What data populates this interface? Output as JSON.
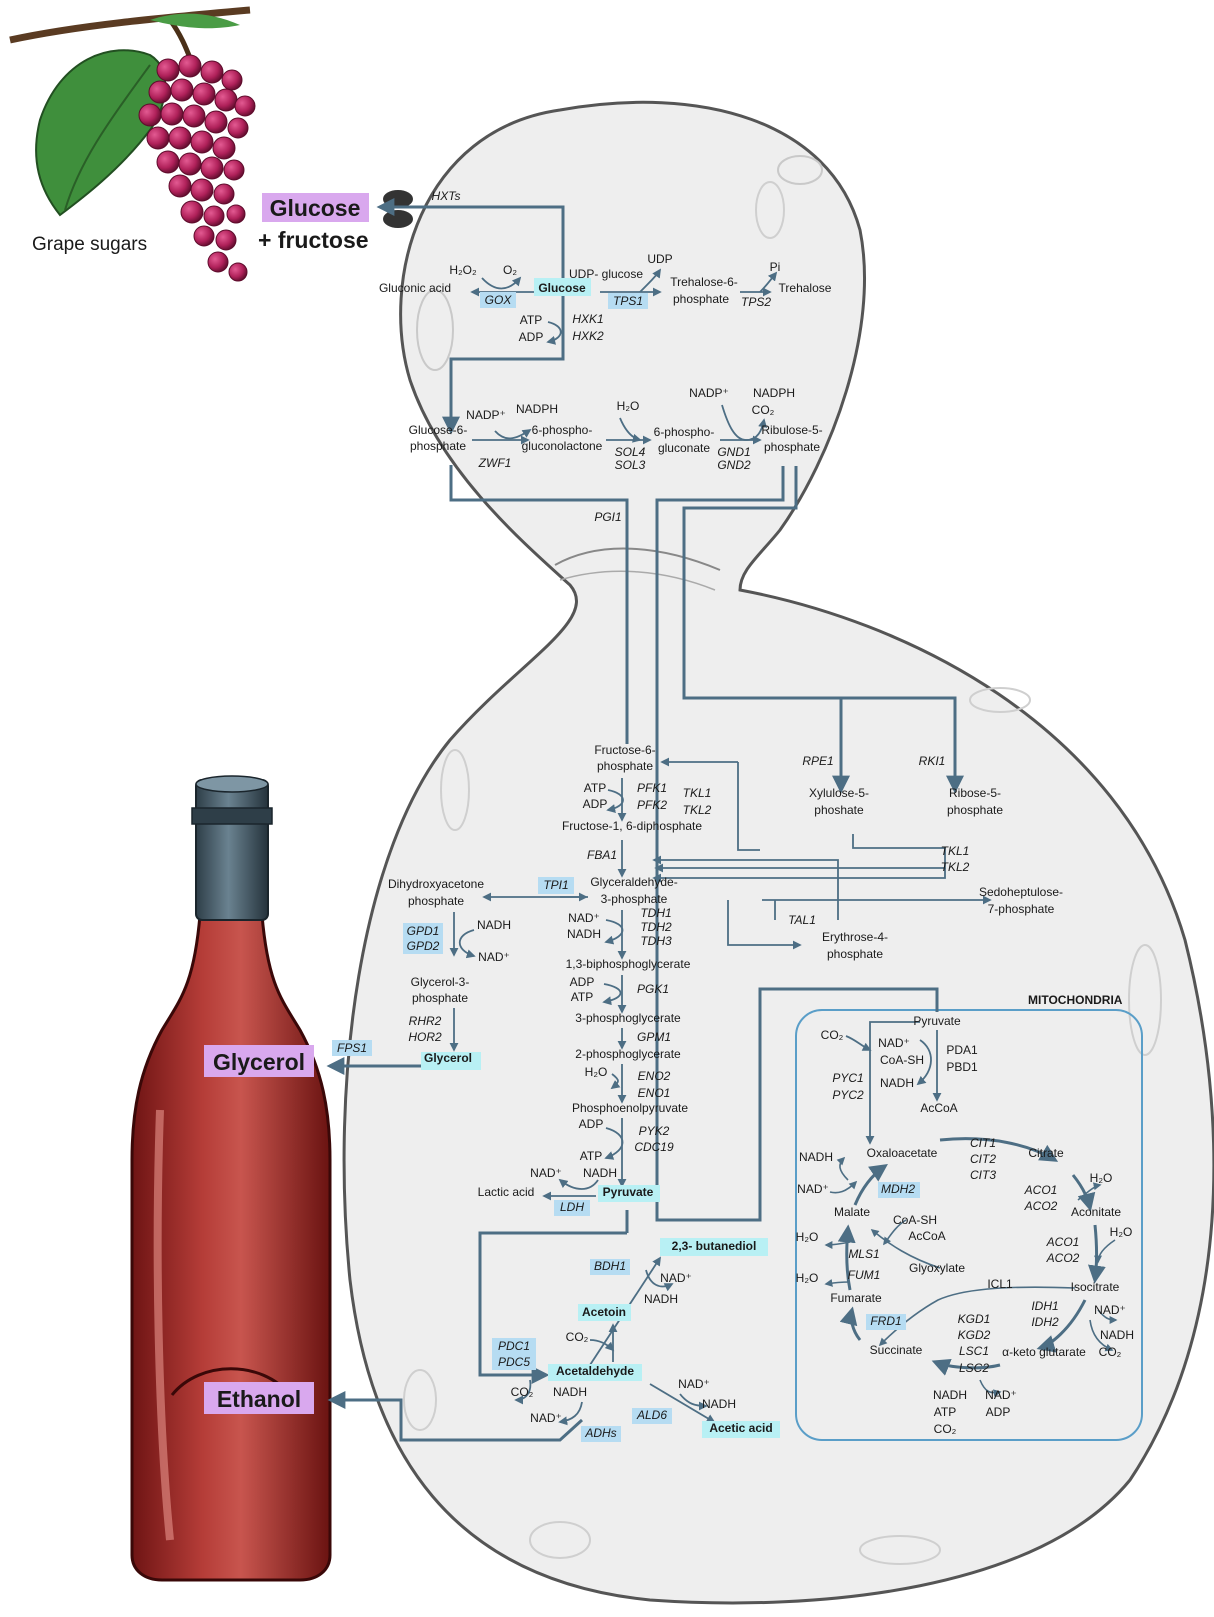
{
  "colors": {
    "pathway": "#4d6e84",
    "highlight_enzyme": "#b6dcf2",
    "highlight_metabolite": "#b8f0f4",
    "product_box": "#d9a8ee",
    "mitochondria": "#5a9ec8",
    "cell_fill": "#eeeeee",
    "wine": "#a8332f",
    "grape": "#b0215a",
    "leaf": "#3f8f3c"
  },
  "icons": [
    "grape-cluster-icon",
    "wine-bottle-icon",
    "yeast-cell-icon",
    "hexose-transporter-icon"
  ],
  "inputs": {
    "grape_label": "Grape sugars",
    "glucose": "Glucose",
    "fructose": "+ fructose"
  },
  "products": {
    "glycerol": "Glycerol",
    "ethanol": "Ethanol"
  },
  "compartment": {
    "mitochondria": "MITOCHONDRIA"
  },
  "texts": [
    [
      "HXTs",
      "enz",
      "",
      446,
      200
    ],
    [
      "H₂O₂",
      "lbl",
      "",
      463,
      274
    ],
    [
      "O₂",
      "lbl",
      "",
      510,
      274
    ],
    [
      "Gluconic acid",
      "lbl",
      "",
      415,
      292
    ],
    [
      "GOX",
      "enz",
      "enzhl",
      498,
      304
    ],
    [
      "Glucose",
      "lbl",
      "methl",
      562,
      292
    ],
    [
      "UDP- glucose",
      "lbl",
      "",
      606,
      278
    ],
    [
      "UDP",
      "lbl",
      "",
      660,
      263
    ],
    [
      "TPS1",
      "enz",
      "enzhl",
      628,
      305
    ],
    [
      "Trehalose-6-",
      "lbl",
      "",
      704,
      286
    ],
    [
      "phosphate",
      "lbl",
      "",
      701,
      303
    ],
    [
      "Pi",
      "lbl",
      "",
      775,
      271
    ],
    [
      "TPS2",
      "enz",
      "",
      756,
      306
    ],
    [
      "Trehalose",
      "lbl",
      "",
      805,
      292
    ],
    [
      "ATP",
      "lbl",
      "",
      531,
      324
    ],
    [
      "ADP",
      "lbl",
      "",
      531,
      341
    ],
    [
      "HXK1",
      "enz",
      "",
      588,
      323
    ],
    [
      "HXK2",
      "enz",
      "",
      588,
      340
    ],
    [
      "NADP⁺",
      "lbl",
      "",
      486,
      419
    ],
    [
      "NADPH",
      "lbl",
      "",
      537,
      413
    ],
    [
      "Glucose-6-",
      "lbl",
      "",
      438,
      434
    ],
    [
      "phosphate",
      "lbl",
      "",
      438,
      450
    ],
    [
      "ZWF1",
      "enz",
      "",
      495,
      467
    ],
    [
      "6-phospho-",
      "lbl",
      "",
      562,
      434
    ],
    [
      "gluconolactone",
      "lbl",
      "",
      562,
      450
    ],
    [
      "H₂O",
      "lbl",
      "",
      628,
      410
    ],
    [
      "SOL4",
      "enz",
      "",
      630,
      456
    ],
    [
      "SOL3",
      "enz",
      "",
      630,
      469
    ],
    [
      "6-phospho-",
      "lbl",
      "",
      684,
      436
    ],
    [
      "gluconate",
      "lbl",
      "",
      684,
      452
    ],
    [
      "NADP⁺",
      "lbl",
      "",
      709,
      397
    ],
    [
      "NADPH",
      "lbl",
      "",
      774,
      397
    ],
    [
      "CO₂",
      "lbl",
      "",
      763,
      414
    ],
    [
      "GND1",
      "enz",
      "",
      734,
      456
    ],
    [
      "GND2",
      "enz",
      "",
      734,
      469
    ],
    [
      "Ribulose-5-",
      "lbl",
      "",
      792,
      434
    ],
    [
      "phosphate",
      "lbl",
      "",
      792,
      451
    ],
    [
      "PGI1",
      "enz",
      "",
      608,
      521
    ],
    [
      "Fructose-6-",
      "lbl",
      "",
      625,
      754
    ],
    [
      "phosphate",
      "lbl",
      "",
      625,
      770
    ],
    [
      "ATP",
      "lbl",
      "",
      595,
      792
    ],
    [
      "ADP",
      "lbl",
      "",
      595,
      808
    ],
    [
      "PFK1",
      "enz",
      "",
      652,
      792
    ],
    [
      "PFK2",
      "enz",
      "",
      652,
      809
    ],
    [
      "TKL1",
      "enz",
      "",
      697,
      797
    ],
    [
      "TKL2",
      "enz",
      "",
      697,
      814
    ],
    [
      "Fructose-1, 6-diphosphate",
      "lbl",
      "",
      632,
      830
    ],
    [
      "FBA1",
      "enz",
      "",
      602,
      859
    ],
    [
      "Dihydroxyacetone",
      "lbl",
      "",
      436,
      888
    ],
    [
      "phosphate",
      "lbl",
      "",
      436,
      905
    ],
    [
      "TPI1",
      "enz",
      "enzhl",
      556,
      889
    ],
    [
      "Glyceraldehyde-",
      "lbl",
      "",
      634,
      886
    ],
    [
      "3-phosphate",
      "lbl",
      "",
      634,
      903
    ],
    [
      "RPE1",
      "enz",
      "",
      818,
      765
    ],
    [
      "RKI1",
      "enz",
      "",
      932,
      765
    ],
    [
      "Xylulose-5-",
      "lbl",
      "",
      839,
      797
    ],
    [
      "phoshate",
      "lbl",
      "",
      839,
      814
    ],
    [
      "Ribose-5-",
      "lbl",
      "",
      975,
      797
    ],
    [
      "phosphate",
      "lbl",
      "",
      975,
      814
    ],
    [
      "TKL1",
      "enz",
      "",
      955,
      855
    ],
    [
      "TKL2",
      "enz",
      "",
      955,
      871
    ],
    [
      "Sedoheptulose-",
      "lbl",
      "",
      1021,
      896
    ],
    [
      "7-phosphate",
      "lbl",
      "",
      1021,
      913
    ],
    [
      "TAL1",
      "enz",
      "",
      802,
      924
    ],
    [
      "Erythrose-4-",
      "lbl",
      "",
      855,
      941
    ],
    [
      "phosphate",
      "lbl",
      "",
      855,
      958
    ],
    [
      "GPD1",
      "enz",
      "enzhl",
      423,
      935
    ],
    [
      "GPD2",
      "enz",
      "enzhl",
      423,
      950
    ],
    [
      "NADH",
      "lbl",
      "",
      494,
      929
    ],
    [
      "NAD⁺",
      "lbl",
      "",
      494,
      961
    ],
    [
      "NAD⁺",
      "lbl",
      "",
      584,
      922
    ],
    [
      "NADH",
      "lbl",
      "",
      584,
      938
    ],
    [
      "TDH1",
      "enz",
      "",
      656,
      917
    ],
    [
      "TDH2",
      "enz",
      "",
      656,
      931
    ],
    [
      "TDH3",
      "enz",
      "",
      656,
      945
    ],
    [
      "1,3-biphosphoglycerate",
      "lbl",
      "",
      628,
      968
    ],
    [
      "Glycerol-3-",
      "lbl",
      "",
      440,
      986
    ],
    [
      "phosphate",
      "lbl",
      "",
      440,
      1002
    ],
    [
      "RHR2",
      "enz",
      "",
      425,
      1025
    ],
    [
      "HOR2",
      "enz",
      "",
      425,
      1041
    ],
    [
      "FPS1",
      "enz",
      "enzhl",
      352,
      1052
    ],
    [
      "Glycerol",
      "lbl",
      "methl",
      448,
      1062
    ],
    [
      "ADP",
      "lbl",
      "",
      582,
      986
    ],
    [
      "ATP",
      "lbl",
      "",
      582,
      1001
    ],
    [
      "PGK1",
      "enz",
      "",
      653,
      993
    ],
    [
      "3-phosphoglycerate",
      "lbl",
      "",
      628,
      1022
    ],
    [
      "GPM1",
      "enz",
      "",
      654,
      1041
    ],
    [
      "2-phosphoglycerate",
      "lbl",
      "",
      628,
      1058
    ],
    [
      "H₂O",
      "lbl",
      "",
      596,
      1076
    ],
    [
      "ENO2",
      "enz",
      "",
      654,
      1080
    ],
    [
      "ENO1",
      "enz",
      "",
      654,
      1097
    ],
    [
      "Phosphoenolpyruvate",
      "lbl",
      "",
      630,
      1112
    ],
    [
      "ADP",
      "lbl",
      "",
      591,
      1128
    ],
    [
      "PYK2",
      "enz",
      "",
      654,
      1135
    ],
    [
      "ATP",
      "lbl",
      "",
      591,
      1160
    ],
    [
      "CDC19",
      "enz",
      "",
      654,
      1151
    ],
    [
      "NAD⁺",
      "lbl",
      "",
      546,
      1177
    ],
    [
      "NADH",
      "lbl",
      "",
      600,
      1177
    ],
    [
      "Lactic acid",
      "lbl",
      "",
      506,
      1196
    ],
    [
      "Pyruvate",
      "lbl",
      "methl",
      628,
      1196
    ],
    [
      "LDH",
      "enz",
      "enzhl",
      572,
      1211
    ],
    [
      "2,3- butanediol",
      "lbl",
      "methl",
      714,
      1250
    ],
    [
      "BDH1",
      "enz",
      "enzhl",
      610,
      1270
    ],
    [
      "NAD⁺",
      "lbl",
      "",
      676,
      1282
    ],
    [
      "NADH",
      "lbl",
      "",
      661,
      1303
    ],
    [
      "Acetoin",
      "lbl",
      "methl",
      604,
      1316
    ],
    [
      "CO₂",
      "lbl",
      "",
      577,
      1341
    ],
    [
      "PDC1",
      "enz",
      "enzhl",
      514,
      1350
    ],
    [
      "PDC5",
      "enz",
      "enzhl",
      514,
      1366
    ],
    [
      "Acetaldehyde",
      "lbl",
      "methl",
      595,
      1375
    ],
    [
      "CO₂",
      "lbl",
      "",
      522,
      1396
    ],
    [
      "NADH",
      "lbl",
      "",
      570,
      1396
    ],
    [
      "NAD⁺",
      "lbl",
      "",
      546,
      1422
    ],
    [
      "ADHs",
      "enz",
      "enzhl",
      601,
      1437
    ],
    [
      "NAD⁺",
      "lbl",
      "",
      694,
      1388
    ],
    [
      "NADH",
      "lbl",
      "",
      719,
      1408
    ],
    [
      "ALD6",
      "enz",
      "enzhl",
      652,
      1419
    ],
    [
      "Acetic acid",
      "lbl",
      "methl",
      741,
      1432
    ],
    [
      "Pyruvate",
      "lbl",
      "",
      937,
      1025
    ],
    [
      "CO₂",
      "lbl",
      "",
      832,
      1039
    ],
    [
      "NAD⁺",
      "lbl",
      "",
      894,
      1047
    ],
    [
      "CoA-SH",
      "lbl",
      "",
      902,
      1064
    ],
    [
      "NADH",
      "lbl",
      "",
      897,
      1087
    ],
    [
      "PDA1",
      "lbl",
      "",
      962,
      1054
    ],
    [
      "PBD1",
      "lbl",
      "",
      962,
      1071
    ],
    [
      "PYC1",
      "enz",
      "",
      848,
      1082
    ],
    [
      "PYC2",
      "enz",
      "",
      848,
      1099
    ],
    [
      "AcCoA",
      "lbl",
      "",
      939,
      1112
    ],
    [
      "CIT1",
      "enz",
      "",
      983,
      1147
    ],
    [
      "CIT2",
      "enz",
      "",
      983,
      1163
    ],
    [
      "CIT3",
      "enz",
      "",
      983,
      1179
    ],
    [
      "Citrate",
      "lbl",
      "",
      1046,
      1157
    ],
    [
      "Oxaloacetate",
      "lbl",
      "",
      902,
      1157
    ],
    [
      "NADH",
      "lbl",
      "",
      816,
      1161
    ],
    [
      "NAD⁺",
      "lbl",
      "",
      813,
      1193
    ],
    [
      "MDH2",
      "enz",
      "enzhl",
      898,
      1193
    ],
    [
      "H₂O",
      "lbl",
      "",
      1101,
      1182
    ],
    [
      "ACO1",
      "enz",
      "",
      1041,
      1194
    ],
    [
      "ACO2",
      "enz",
      "",
      1041,
      1210
    ],
    [
      "Aconitate",
      "lbl",
      "",
      1096,
      1216
    ],
    [
      "Malate",
      "lbl",
      "",
      852,
      1216
    ],
    [
      "CoA-SH",
      "lbl",
      "",
      915,
      1224
    ],
    [
      "AcCoA",
      "lbl",
      "",
      927,
      1240
    ],
    [
      "H₂O",
      "lbl",
      "",
      807,
      1241
    ],
    [
      "H₂O",
      "lbl",
      "",
      1121,
      1236
    ],
    [
      "ACO1",
      "enz",
      "",
      1063,
      1246
    ],
    [
      "ACO2",
      "enz",
      "",
      1063,
      1262
    ],
    [
      "MLS1",
      "enz",
      "",
      864,
      1258
    ],
    [
      "FUM1",
      "enz",
      "",
      864,
      1279
    ],
    [
      "Glyoxylate",
      "lbl",
      "",
      937,
      1272
    ],
    [
      "ICL1",
      "lbl",
      "",
      1000,
      1288
    ],
    [
      "Isocitrate",
      "lbl",
      "",
      1095,
      1291
    ],
    [
      "H₂O",
      "lbl",
      "",
      807,
      1282
    ],
    [
      "Fumarate",
      "lbl",
      "",
      856,
      1302
    ],
    [
      "IDH1",
      "enz",
      "",
      1045,
      1310
    ],
    [
      "IDH2",
      "enz",
      "",
      1045,
      1326
    ],
    [
      "NAD⁺",
      "lbl",
      "",
      1110,
      1314
    ],
    [
      "FRD1",
      "enz",
      "enzhl",
      886,
      1325
    ],
    [
      "KGD1",
      "enz",
      "",
      974,
      1323
    ],
    [
      "KGD2",
      "enz",
      "",
      974,
      1339
    ],
    [
      "NADH",
      "lbl",
      "",
      1117,
      1339
    ],
    [
      "Succinate",
      "lbl",
      "",
      896,
      1354
    ],
    [
      "LSC1",
      "enz",
      "",
      974,
      1355
    ],
    [
      "α-keto glutarate",
      "lbl",
      "",
      1044,
      1356
    ],
    [
      "CO₂",
      "lbl",
      "",
      1110,
      1356
    ],
    [
      "LSC2",
      "enz",
      "",
      974,
      1372
    ],
    [
      "NADH",
      "lbl",
      "",
      950,
      1399
    ],
    [
      "NAD⁺",
      "lbl",
      "",
      1001,
      1399
    ],
    [
      "ATP",
      "lbl",
      "",
      945,
      1416
    ],
    [
      "ADP",
      "lbl",
      "",
      998,
      1416
    ],
    [
      "CO₂",
      "lbl",
      "",
      945,
      1433
    ]
  ]
}
